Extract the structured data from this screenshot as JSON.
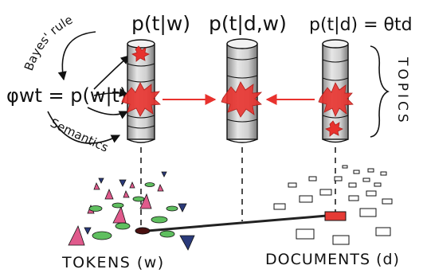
{
  "labels": {
    "p_t_given_w": "p(t|w)",
    "p_t_given_dw": "p(t|d,w)",
    "p_t_given_d": "p(t|d) = θtd",
    "phi_eq": "φwt = p(w|t)",
    "bayes_rule": "Bayes' rule",
    "semantics": "Semantics",
    "topics": "TOPICS",
    "tokens": "TOKENS (w)",
    "documents": "DOCUMENTS (d)"
  },
  "colors": {
    "ink": "#111111",
    "highlight": "#e8322e",
    "cylinder": "#d9d9d9",
    "cylinder_shade": "#9a9a9a",
    "token_pink": "#e05a8c",
    "token_green": "#5fbf5f",
    "token_navy": "#2a3a7a",
    "doc_red": "#e53b35"
  }
}
